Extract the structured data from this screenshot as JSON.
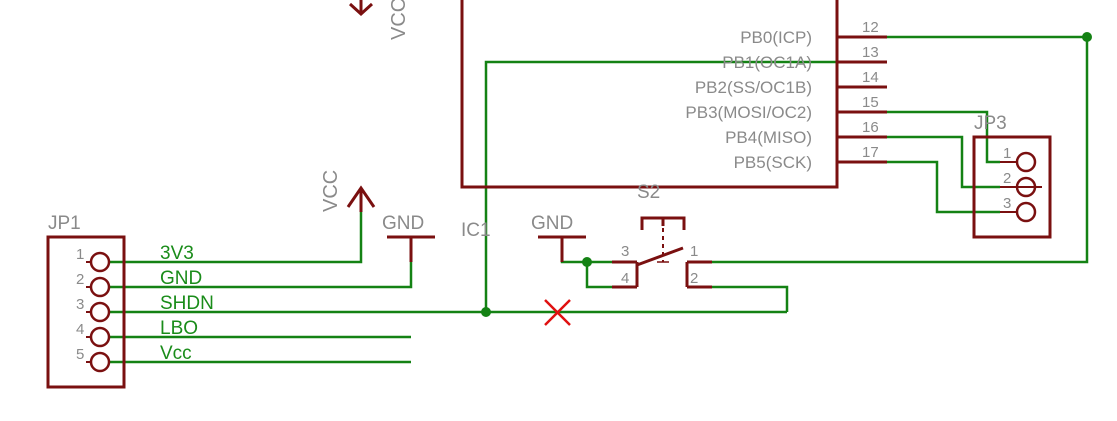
{
  "colors": {
    "wire": "#148214",
    "part": "#7a1010",
    "text": "#8a8a8a",
    "net_label": "#1a8c1a",
    "error_marker": "#e01010",
    "background": "#ffffff"
  },
  "labels": {
    "vcc_top": "VCC",
    "vcc_left": "VCC",
    "gnd_left": "GND",
    "gnd_mid": "GND",
    "ic1": "IC1",
    "s2": "S2",
    "jp1": "JP1",
    "jp3": "JP3"
  },
  "ic1_pins": [
    {
      "name": "PB0(ICP)",
      "num": "12"
    },
    {
      "name": "PB1(OC1A)",
      "num": "13"
    },
    {
      "name": "PB2(SS/OC1B)",
      "num": "14"
    },
    {
      "name": "PB3(MOSI/OC2)",
      "num": "15"
    },
    {
      "name": "PB4(MISO)",
      "num": "16"
    },
    {
      "name": "PB5(SCK)",
      "num": "17"
    }
  ],
  "jp1_pins": [
    {
      "num": "1",
      "net": "3V3"
    },
    {
      "num": "2",
      "net": "GND"
    },
    {
      "num": "3",
      "net": "SHDN"
    },
    {
      "num": "4",
      "net": "LBO"
    },
    {
      "num": "5",
      "net": "Vcc"
    }
  ],
  "jp3_pins": [
    "1",
    "2",
    "3"
  ],
  "s2_pins": [
    "3",
    "4",
    "1",
    "2"
  ]
}
